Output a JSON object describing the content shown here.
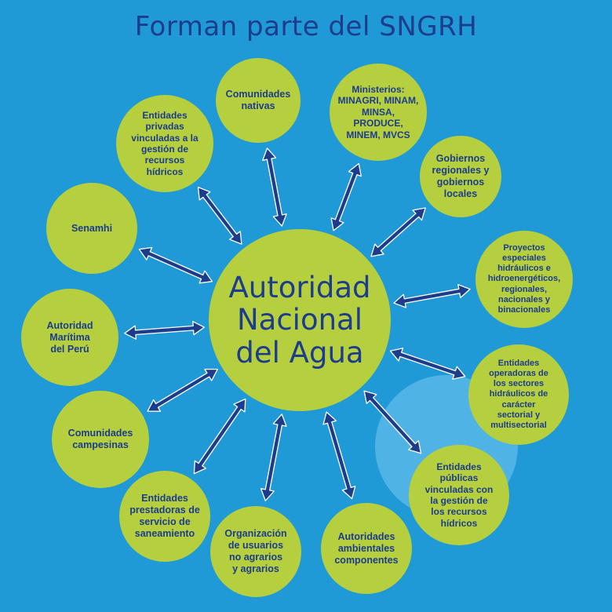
{
  "title": "Forman parte del SNGRH",
  "colors": {
    "background": "#1f9ad6",
    "node": "#b5cf3f",
    "text": "#1d3c8c",
    "arrow": "#1d3c8c",
    "highlight": "#4fb3e6"
  },
  "center": {
    "label": "Autoridad\nNacional\ndel Agua"
  },
  "nodes": [
    {
      "id": "comunidades-nativas",
      "label": "Comunidades\nnativas"
    },
    {
      "id": "ministerios",
      "label": "Ministerios:\nMINAGRI, MINAM,\nMINSA,\nPRODUCE,\nMINEM, MVCS"
    },
    {
      "id": "gobiernos",
      "label": "Gobiernos\nregionales y\ngobiernos\nlocales"
    },
    {
      "id": "proyectos",
      "label": "Proyectos\nespeciales\nhidráulicos e\nhidroenergéticos,\nregionales,\nnacionales y\nbinacionales"
    },
    {
      "id": "operadoras",
      "label": "Entidades\noperadoras de\nlos sectores\nhidráulicos de\ncarácter\nsectorial y\nmultisectorial"
    },
    {
      "id": "publicas",
      "label": "Entidades\npúblicas\nvinculadas con\nla gestión de\nlos recursos\nhídricos"
    },
    {
      "id": "ambientales",
      "label": "Autoridades\nambientales\ncomponentes"
    },
    {
      "id": "usuarios",
      "label": "Organización\nde usuarios\nno agrarios\ny agrarios"
    },
    {
      "id": "saneamiento",
      "label": "Entidades\nprestadoras de\nservicio de\nsaneamiento"
    },
    {
      "id": "campesinas",
      "label": "Comunidades\ncampesinas"
    },
    {
      "id": "maritima",
      "label": "Autoridad\nMarítima\ndel Perú"
    },
    {
      "id": "senamhi",
      "label": "Senamhi"
    },
    {
      "id": "privadas",
      "label": "Entidades\nprivadas\nvinculadas a la\ngestión de\nrecursos\nhídricos"
    }
  ]
}
